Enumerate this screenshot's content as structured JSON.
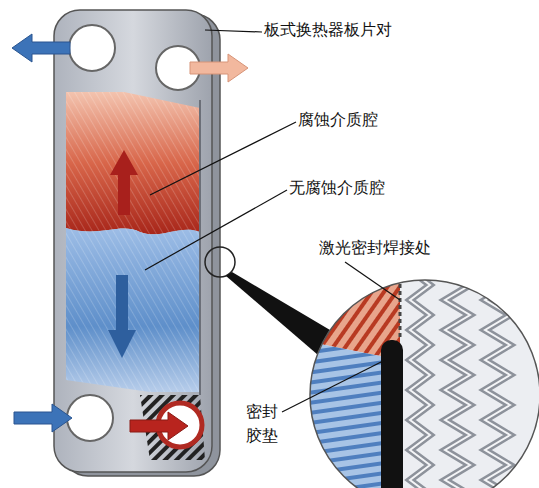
{
  "diagram": {
    "labels": [
      "板式换热器板片对",
      "腐蚀介质腔",
      "无腐蚀介质腔",
      "激光密封焊接处",
      "密封 胶垫"
    ]
  }
}
